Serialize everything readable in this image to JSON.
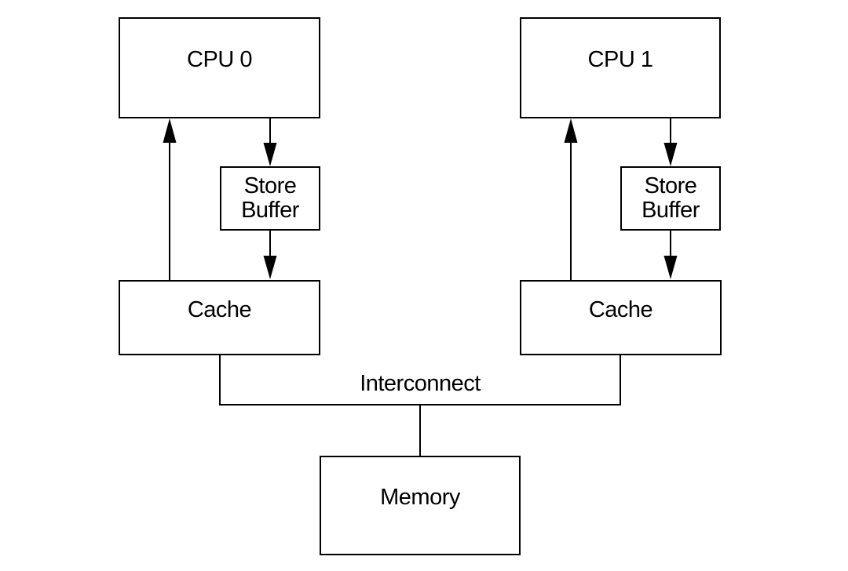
{
  "diagram": {
    "background_color": "#ffffff",
    "line_color": "#000000",
    "nodes": [
      {
        "id": "cpu0",
        "label": "CPU 0"
      },
      {
        "id": "store-buffer0",
        "label": "Store Buffer"
      },
      {
        "id": "cache0",
        "label": "Cache"
      },
      {
        "id": "cpu1",
        "label": "CPU 1"
      },
      {
        "id": "store-buffer1",
        "label": "Store Buffer"
      },
      {
        "id": "cache1",
        "label": "Cache"
      },
      {
        "id": "memory",
        "label": "Memory"
      }
    ],
    "interconnect_label": "Interconnect",
    "edges": [
      {
        "from": "cache0",
        "to": "cpu0",
        "style": "arrow-up"
      },
      {
        "from": "cpu0",
        "to": "store-buffer0",
        "style": "arrow-down"
      },
      {
        "from": "store-buffer0",
        "to": "cache0",
        "style": "arrow-down"
      },
      {
        "from": "cache1",
        "to": "cpu1",
        "style": "arrow-up"
      },
      {
        "from": "cpu1",
        "to": "store-buffer1",
        "style": "arrow-down"
      },
      {
        "from": "store-buffer1",
        "to": "cache1",
        "style": "arrow-down"
      },
      {
        "from": "cache0",
        "to": "interconnect",
        "style": "plain-line"
      },
      {
        "from": "cache1",
        "to": "interconnect",
        "style": "plain-line"
      },
      {
        "from": "interconnect",
        "to": "memory",
        "style": "plain-line"
      }
    ]
  }
}
